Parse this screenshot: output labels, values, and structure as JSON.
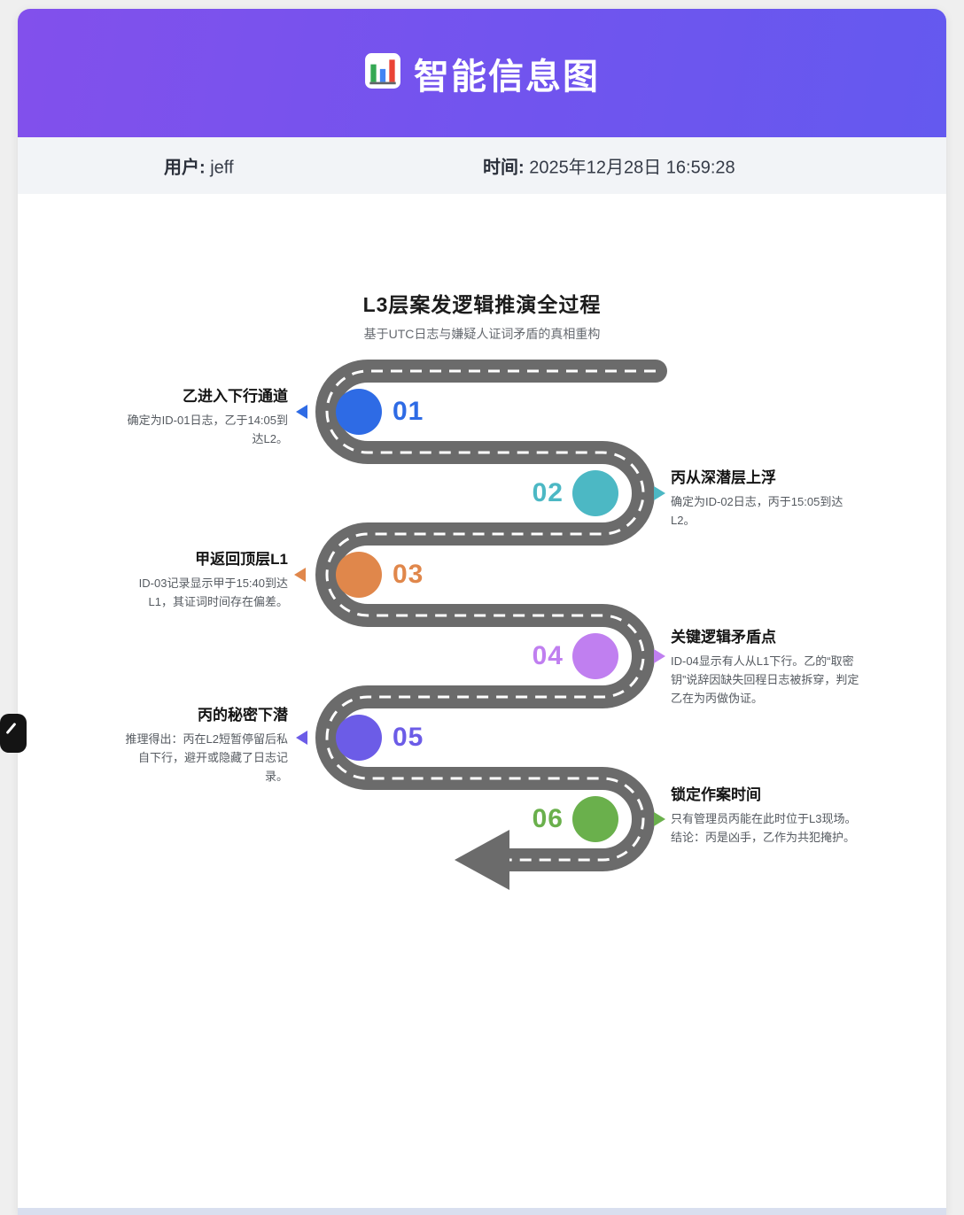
{
  "header": {
    "title": "智能信息图",
    "icon": "bar-chart-icon",
    "gradient": [
      "#8250ec",
      "#6459ef"
    ]
  },
  "info_bar": {
    "user_label": "用户:",
    "user_value": "jeff",
    "time_label": "时间:",
    "time_value": "2025年12月28日 16:59:28"
  },
  "infographic": {
    "title": "L3层案发逻辑推演全过程",
    "subtitle": "基于UTC日志与嫌疑人证词矛盾的真相重构",
    "road_color": "#6b6b6b",
    "steps": [
      {
        "number": "01",
        "side": "left",
        "color": "#2e6be5",
        "title": "乙进入下行通道",
        "desc": "确定为ID-01日志，乙于14:05到达L2。"
      },
      {
        "number": "02",
        "side": "right",
        "color": "#4cb8c4",
        "title": "丙从深潜层上浮",
        "desc": "确定为ID-02日志，丙于15:05到达L2。"
      },
      {
        "number": "03",
        "side": "left",
        "color": "#e0874b",
        "title": "甲返回顶层L1",
        "desc": "ID-03记录显示甲于15:40到达L1，其证词时间存在偏差。"
      },
      {
        "number": "04",
        "side": "right",
        "color": "#c07ff0",
        "title": "关键逻辑矛盾点",
        "desc": "ID-04显示有人从L1下行。乙的“取密钥”说辞因缺失回程日志被拆穿，判定乙在为丙做伪证。"
      },
      {
        "number": "05",
        "side": "left",
        "color": "#6c5ce7",
        "title": "丙的秘密下潜",
        "desc": "推理得出：丙在L2短暂停留后私自下行，避开或隐藏了日志记录。"
      },
      {
        "number": "06",
        "side": "right",
        "color": "#6ab04c",
        "title": "锁定作案时间",
        "desc": "只有管理员丙能在此时位于L3现场。结论：丙是凶手，乙作为共犯掩护。"
      }
    ]
  },
  "footer": {
    "strip_color": "#d9dfef"
  }
}
